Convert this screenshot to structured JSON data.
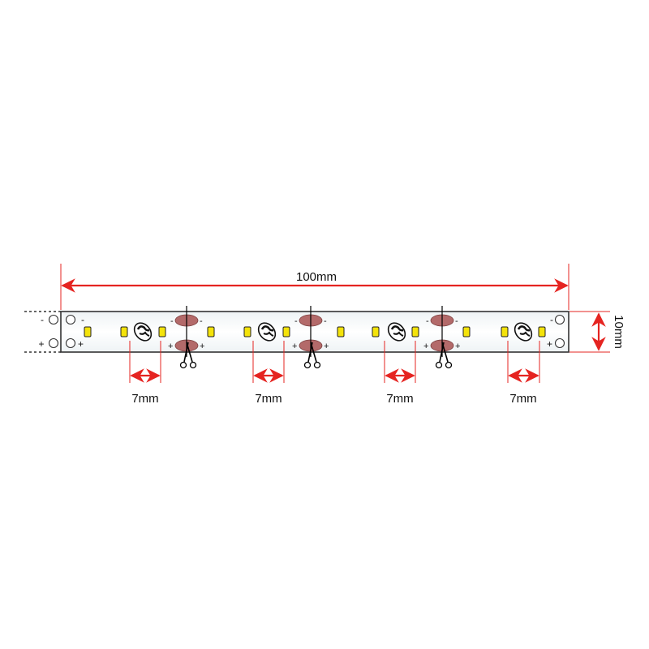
{
  "diagram": {
    "type": "led-strip-dimension-drawing",
    "overall_length_label": "100mm",
    "width_label": "10mm",
    "segment_gap_labels": [
      "7mm",
      "7mm",
      "7mm",
      "7mm"
    ],
    "polarity": {
      "minus": "-",
      "plus": "+"
    },
    "colors": {
      "dimension_red": "#e52421",
      "strip_fill": "#f4f7f8",
      "strip_border": "#333333",
      "led_yellow": "#f4e30a",
      "solder_pad": "#b36a6a"
    },
    "led_count": 12,
    "cut_point_count": 3
  }
}
